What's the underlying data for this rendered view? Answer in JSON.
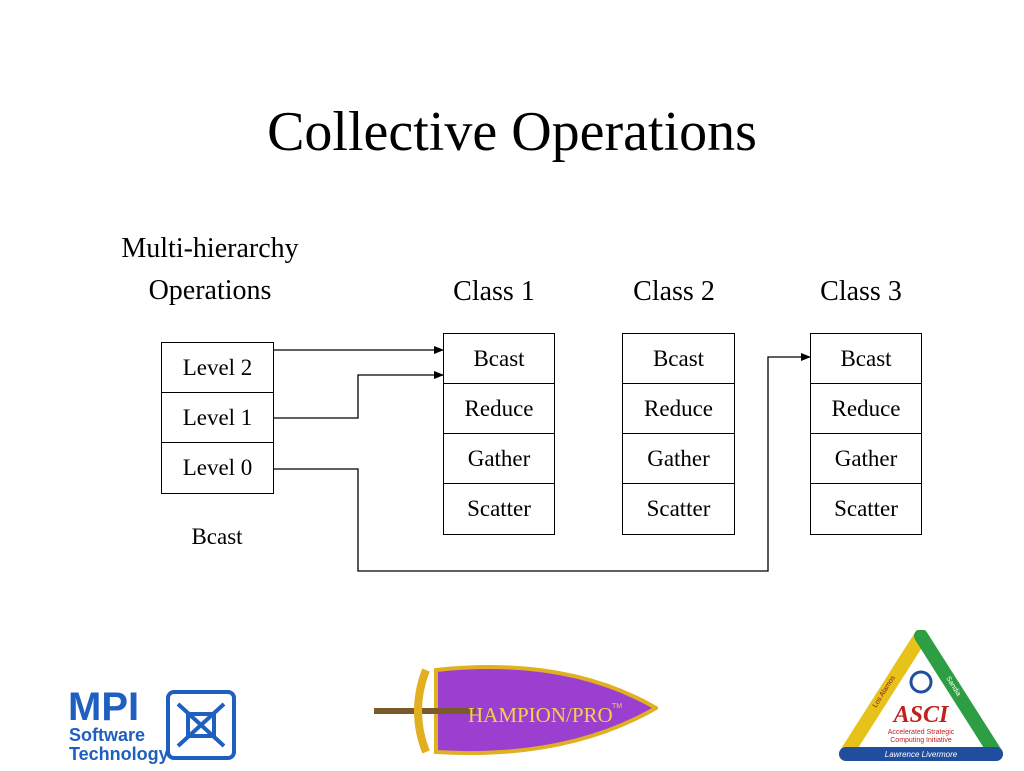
{
  "slide": {
    "title": "Collective Operations",
    "subtitle_line1": "Multi-hierarchy",
    "subtitle_line2": "Operations"
  },
  "levels": {
    "items": [
      "Level 2",
      "Level 1",
      "Level 0"
    ],
    "caption": "Bcast"
  },
  "classes": [
    {
      "name": "Class 1",
      "ops": [
        "Bcast",
        "Reduce",
        "Gather",
        "Scatter"
      ]
    },
    {
      "name": "Class 2",
      "ops": [
        "Bcast",
        "Reduce",
        "Gather",
        "Scatter"
      ]
    },
    {
      "name": "Class 3",
      "ops": [
        "Bcast",
        "Reduce",
        "Gather",
        "Scatter"
      ]
    }
  ],
  "connections": [
    {
      "from": "Level 2",
      "to": "Class 1 Bcast"
    },
    {
      "from": "Level 1",
      "to": "Class 1 Bcast"
    },
    {
      "from": "Level 0",
      "to": "Class 3 Bcast"
    }
  ],
  "logos": {
    "mpi": {
      "line1": "MPI",
      "line2": "Software",
      "line3": "Technology",
      "colors": {
        "primary": "#1f5fbf"
      }
    },
    "champion": {
      "text": "HAMPION/PRO",
      "mark": "TM",
      "colors": {
        "fill": "#9b3fd0",
        "border": "#e0b020"
      }
    },
    "asci": {
      "mark": "ASCI",
      "tagline1": "Accelerated Strategic",
      "tagline2": "Computing Initiative",
      "left": "Los Alamos",
      "right": "Sandia",
      "bottom": "Lawrence Livermore",
      "colors": {
        "left": "#e6c21a",
        "right": "#2e9e44",
        "bottom": "#1f4e9e"
      }
    }
  }
}
